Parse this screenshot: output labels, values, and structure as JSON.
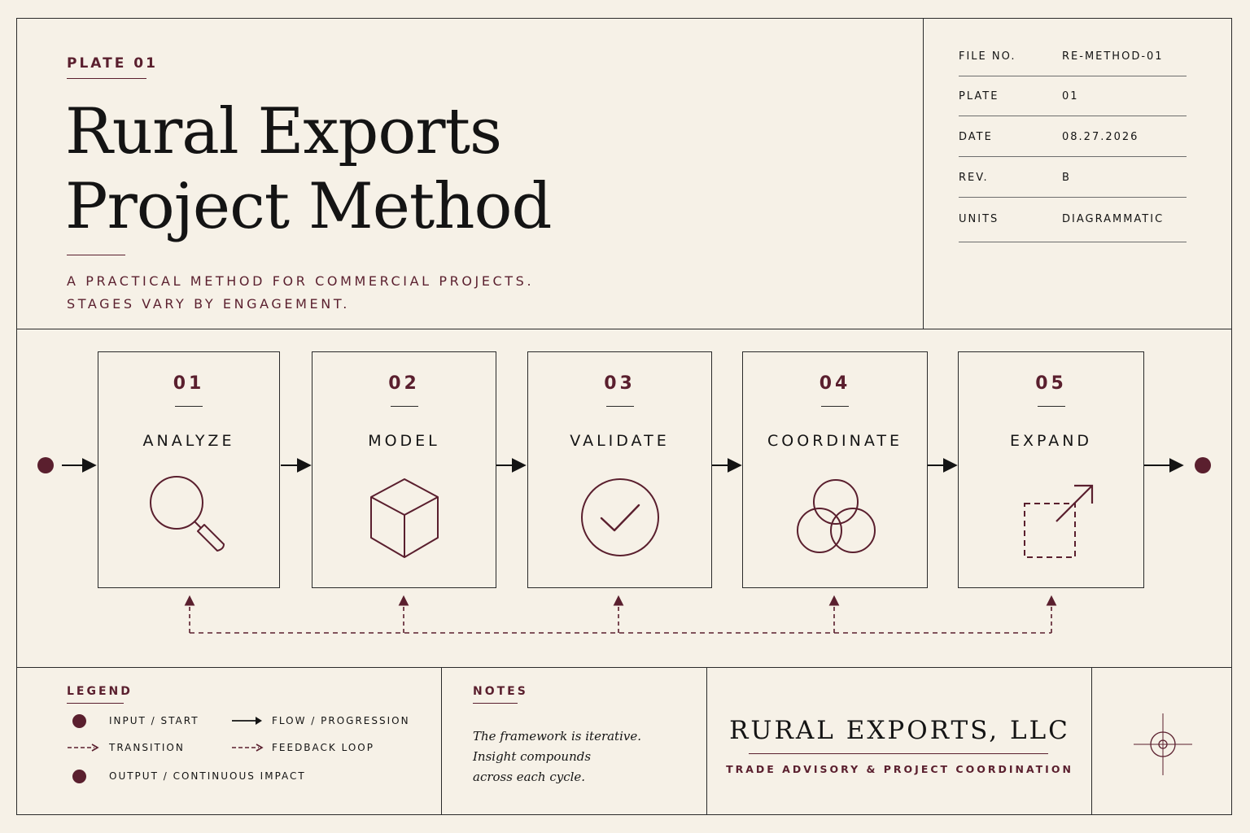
{
  "header": {
    "plate_label": "PLATE 01",
    "title_line1": "Rural Exports",
    "title_line2": "Project Method",
    "subtitle_line1": "A PRACTICAL METHOD FOR COMMERCIAL PROJECTS.",
    "subtitle_line2": "STAGES VARY BY ENGAGEMENT."
  },
  "metadata": [
    {
      "key": "FILE NO.",
      "value": "RE-METHOD-01"
    },
    {
      "key": "PLATE",
      "value": "01"
    },
    {
      "key": "DATE",
      "value": "08.27.2026"
    },
    {
      "key": "REV.",
      "value": "B"
    },
    {
      "key": "UNITS",
      "value": "DIAGRAMMATIC"
    }
  ],
  "stages": [
    {
      "number": "01",
      "name": "ANALYZE",
      "icon": "magnifier-icon"
    },
    {
      "number": "02",
      "name": "MODEL",
      "icon": "cube-icon"
    },
    {
      "number": "03",
      "name": "VALIDATE",
      "icon": "check-circle-icon"
    },
    {
      "number": "04",
      "name": "COORDINATE",
      "icon": "venn-circles-icon"
    },
    {
      "number": "05",
      "name": "EXPAND",
      "icon": "expand-arrow-icon"
    }
  ],
  "legend": {
    "heading": "LEGEND",
    "items": [
      {
        "symbol": "dot",
        "label": "INPUT / START"
      },
      {
        "symbol": "solid-arrow",
        "label": "FLOW / PROGRESSION"
      },
      {
        "symbol": "dashed-arrow",
        "label": "TRANSITION"
      },
      {
        "symbol": "dashed-arrow",
        "label": "FEEDBACK LOOP"
      },
      {
        "symbol": "dot",
        "label": "OUTPUT / CONTINUOUS IMPACT"
      }
    ]
  },
  "notes": {
    "heading": "NOTES",
    "line1": "The framework is iterative.",
    "line2": "Insight compounds",
    "line3": "across each cycle."
  },
  "brand": {
    "company": "RURAL EXPORTS, LLC",
    "tagline": "TRADE ADVISORY & PROJECT COORDINATION",
    "mark_icon": "crosshair-icon"
  },
  "colors": {
    "background": "#f6f1e7",
    "accent": "#5a1f2e",
    "ink": "#141414"
  }
}
